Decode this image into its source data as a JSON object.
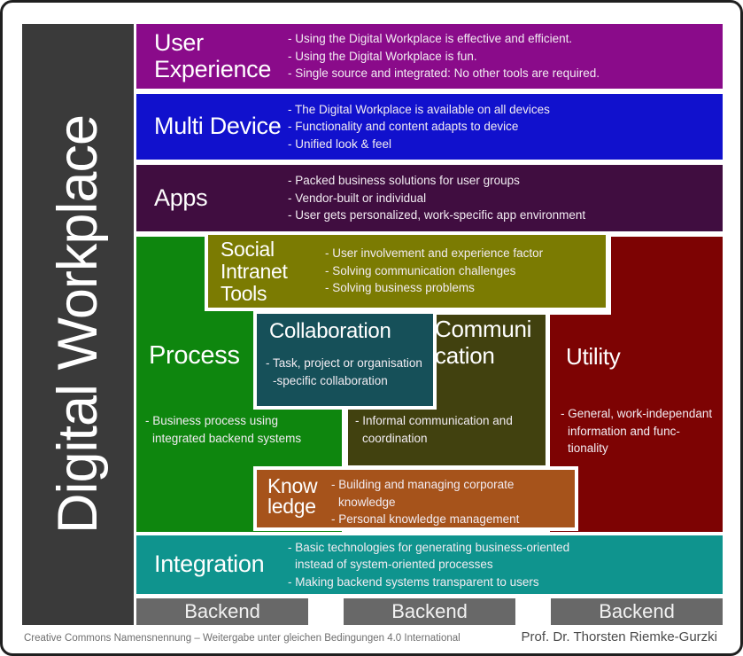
{
  "sidebar": {
    "title": "Digital Workplace"
  },
  "blocks": {
    "user_experience": {
      "title": "User Experience",
      "bullets": [
        "- Using the Digital Workplace is effective and efficient.",
        "- Using the Digital Workplace is fun.",
        "- Single source and integrated: No other tools are required."
      ]
    },
    "multi_device": {
      "title": "Multi Device",
      "bullets": [
        "- The Digital Workplace is available on all devices",
        "- Functionality and content adapts to device",
        "- Unified look & feel"
      ]
    },
    "apps": {
      "title": "Apps",
      "bullets": [
        "- Packed business solutions for user groups",
        "- Vendor-built or individual",
        "- User gets personalized, work-specific app environment"
      ]
    },
    "social_intranet_tools": {
      "title": "Social Intranet Tools",
      "bullets": [
        "- User involvement and experience factor",
        "- Solving communication challenges",
        "- Solving business problems"
      ]
    },
    "process": {
      "title": "Process",
      "bullets": [
        "- Business process using\nintegrated backend systems"
      ]
    },
    "collaboration": {
      "title": "Collaboration",
      "bullets": [
        "- Task, project or organisation\n-specific collaboration"
      ]
    },
    "communication": {
      "title": "Communi\ncation",
      "bullets": [
        "- Informal communication and\ncoordination"
      ]
    },
    "utility": {
      "title": "Utility",
      "bullets": [
        "- General, work-independant\ninformation and func-\ntionality"
      ]
    },
    "knowledge": {
      "title": "Know\nledge",
      "bullets": [
        "- Building and managing corporate\nknowledge",
        "- Personal knowledge management"
      ]
    },
    "integration": {
      "title": "Integration",
      "bullets": [
        "- Basic technologies for generating business-oriented\ninstead of system-oriented processes",
        "- Making backend systems transparent to users"
      ]
    }
  },
  "backend": {
    "labels": [
      "Backend",
      "Backend",
      "Backend"
    ]
  },
  "footer": {
    "license": "Creative Commons Namensnennung – Weitergabe unter gleichen Bedingungen 4.0 International",
    "author": "Prof. Dr. Thorsten Riemke-Gurzki"
  },
  "colors": {
    "left_bar": "#3a3a3a",
    "user_experience": "#8a0b8a",
    "multi_device": "#1111cd",
    "apps": "#400d40",
    "social_intranet_tools": "#7b7b02",
    "process": "#0e860e",
    "collaboration": "#165059",
    "communication": "#41410f",
    "utility": "#7d0303",
    "knowledge": "#a6531b",
    "integration": "#0f948e",
    "backend": "#686868"
  }
}
